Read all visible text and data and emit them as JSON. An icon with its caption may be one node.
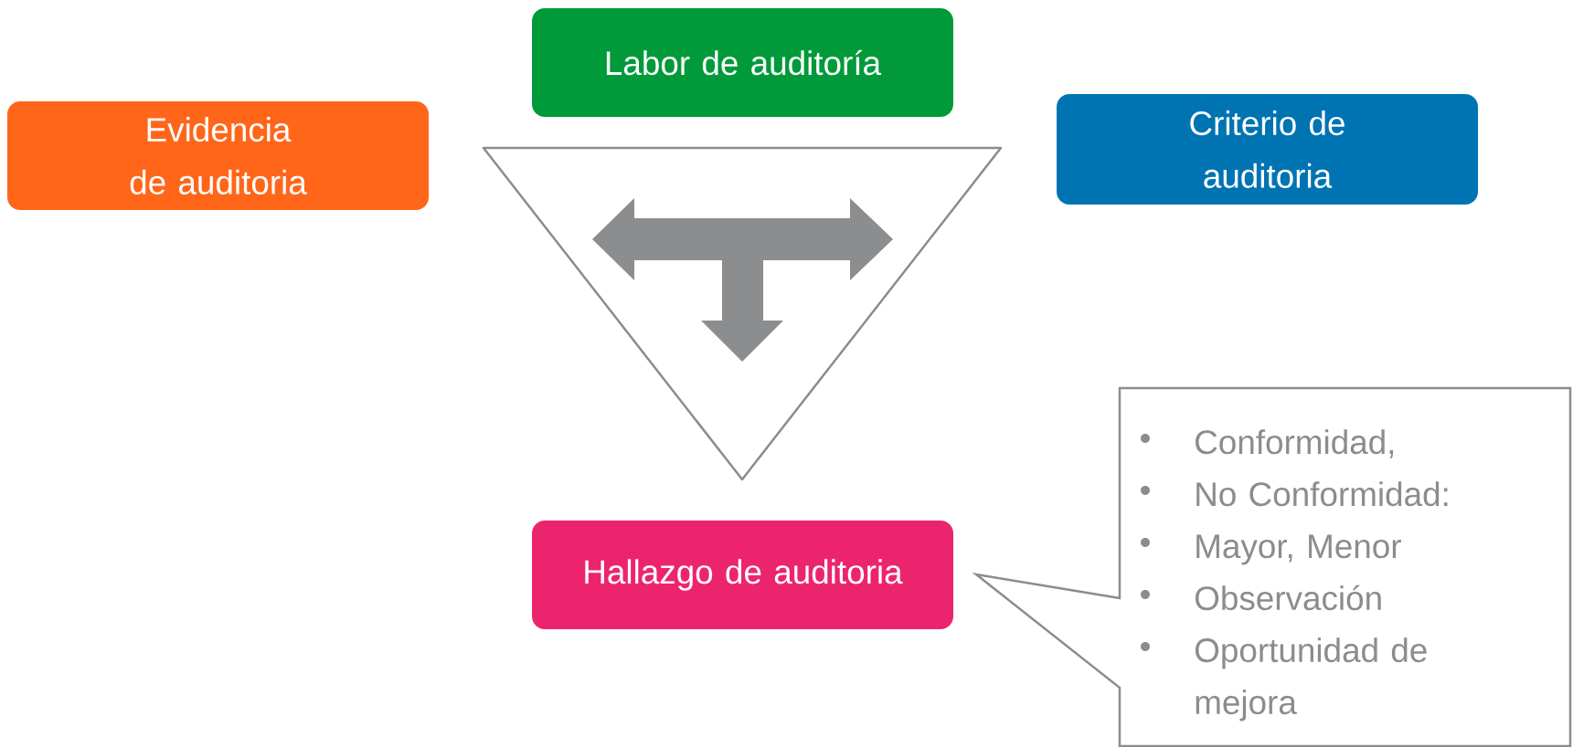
{
  "diagram": {
    "nodes": [
      {
        "text": [
          "Labor de auditoría"
        ]
      },
      {
        "text": [
          "Evidencia de auditoria"
        ]
      },
      {
        "text": [
          "Criterio de auditoria"
        ]
      },
      {
        "text": [],
        "shape": "triangle"
      },
      {
        "text": [
          "Hallazgo de auditoria"
        ]
      },
      {
        "text": [
          "Conformidad,",
          "No Conformidad:",
          "Mayor, Menor",
          "Observación",
          "Oportunidad de mejora"
        ]
      }
    ],
    "edges": []
  }
}
